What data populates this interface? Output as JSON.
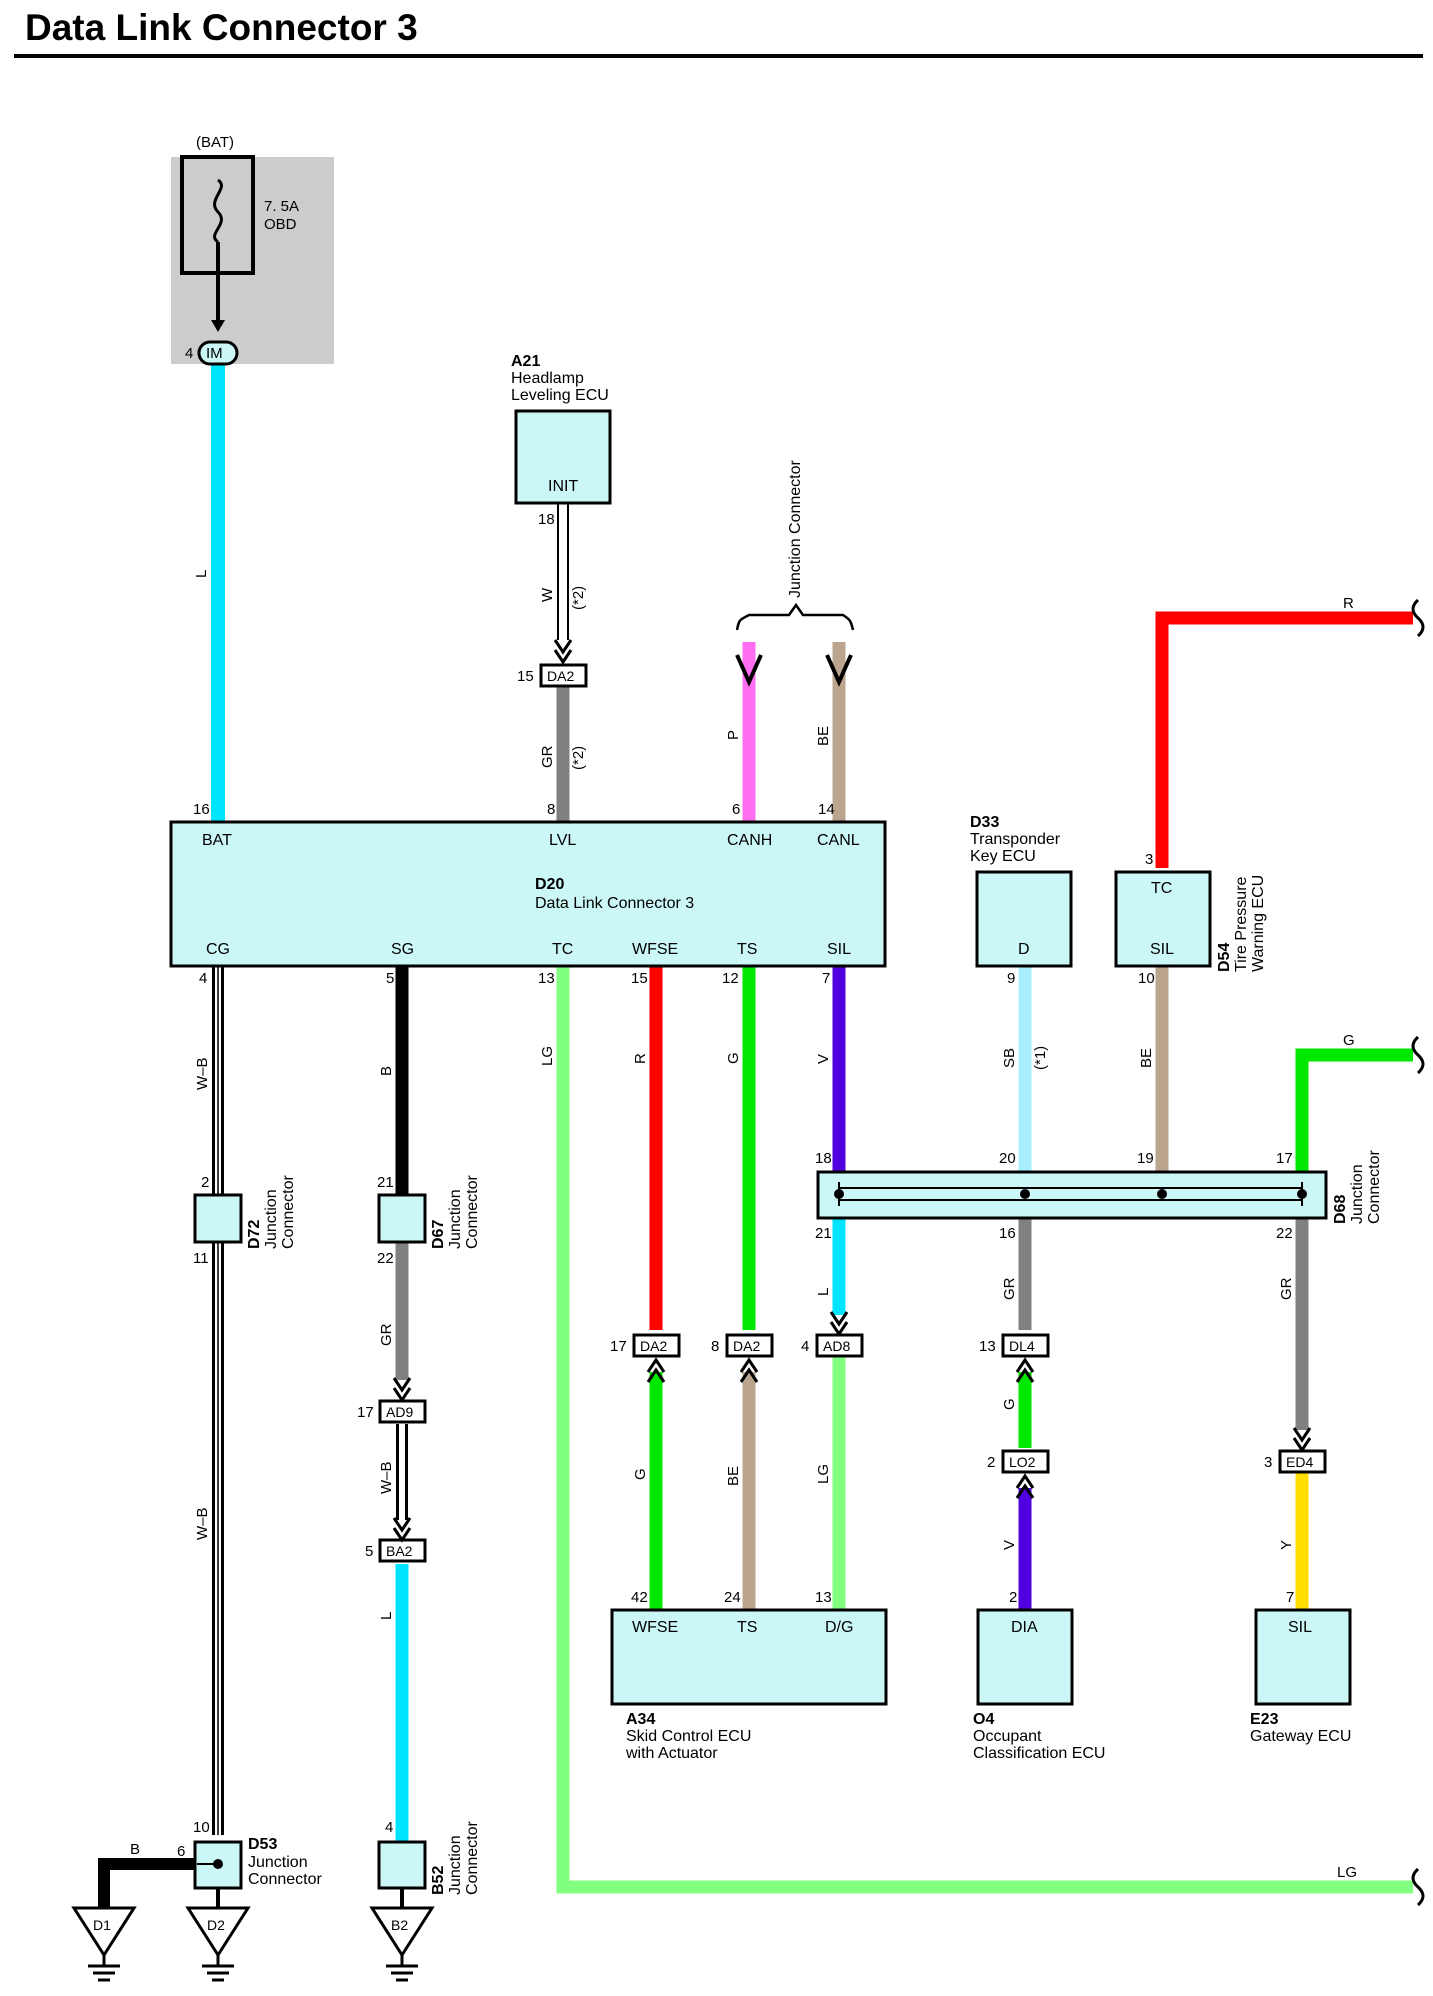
{
  "title": "Data Link Connector 3",
  "colors": {
    "L": "#00e5ff",
    "W": "#ffffff",
    "GR": "#808080",
    "P": "#ff6ef0",
    "BE": "#bba58f",
    "B": "#000000",
    "LG": "#80ff80",
    "R": "#ff0000",
    "G": "#00e800",
    "V": "#5000e0",
    "SB": "#a8f0ff",
    "Y": "#ffdd00",
    "W-B": "#ffffff",
    "ecu_fill": "#ccf7f7",
    "fuse_bg": "#cccccc"
  },
  "fuse": {
    "source": "(BAT)",
    "rating": "7. 5A",
    "name": "OBD",
    "connector": "IM",
    "pin": "4"
  },
  "components": {
    "d20": {
      "code": "D20",
      "name": "Data Link Connector 3",
      "top_pins": [
        {
          "pin": "16",
          "term": "BAT"
        },
        {
          "pin": "8",
          "term": "LVL"
        },
        {
          "pin": "6",
          "term": "CANH"
        },
        {
          "pin": "14",
          "term": "CANL"
        }
      ],
      "bottom_pins": [
        {
          "pin": "4",
          "term": "CG"
        },
        {
          "pin": "5",
          "term": "SG"
        },
        {
          "pin": "13",
          "term": "TC"
        },
        {
          "pin": "15",
          "term": "WFSE"
        },
        {
          "pin": "12",
          "term": "TS"
        },
        {
          "pin": "7",
          "term": "SIL"
        }
      ]
    },
    "a21": {
      "code": "A21",
      "name1": "Headlamp",
      "name2": "Leveling ECU",
      "term": "INIT",
      "pin": "18"
    },
    "d33": {
      "code": "D33",
      "name1": "Transponder",
      "name2": "Key ECU",
      "term": "D",
      "pin": "9"
    },
    "d54": {
      "code": "D54",
      "name1": "Tire Pressure",
      "name2": "Warning ECU",
      "term_top": "TC",
      "pin_top": "3",
      "term_bottom": "SIL",
      "pin_bottom": "10"
    },
    "a34": {
      "code": "A34",
      "name1": "Skid Control ECU",
      "name2": "with Actuator",
      "pins": [
        {
          "pin": "42",
          "term": "WFSE"
        },
        {
          "pin": "24",
          "term": "TS"
        },
        {
          "pin": "13",
          "term": "D/G"
        }
      ]
    },
    "o4": {
      "code": "O4",
      "name1": "Occupant",
      "name2": "Classification ECU",
      "term": "DIA",
      "pin": "2"
    },
    "e23": {
      "code": "E23",
      "name1": "Gateway ECU",
      "term": "SIL",
      "pin": "7"
    }
  },
  "junctions": {
    "d72": {
      "code": "D72",
      "name1": "Junction",
      "name2": "Connector",
      "pin_top": "2",
      "pin_bottom": "11"
    },
    "d67": {
      "code": "D67",
      "name1": "Junction",
      "name2": "Connector",
      "pin_top": "21",
      "pin_bottom": "22"
    },
    "d68": {
      "code": "D68",
      "name1": "Junction",
      "name2": "Connector",
      "top_pins": [
        "18",
        "20",
        "19",
        "17"
      ],
      "bottom_pins": [
        "21",
        "16",
        "22"
      ]
    },
    "d53": {
      "code": "D53",
      "name1": "Junction",
      "name2": "Connector",
      "pin_top": "10",
      "pin_left": "6"
    },
    "b52": {
      "code": "B52",
      "name1": "Junction",
      "name2": "Connector",
      "pin_top": "4"
    },
    "can": {
      "name": "Junction Connector"
    }
  },
  "connectors": [
    {
      "id": "DA2",
      "pin": "15"
    },
    {
      "id": "AD9",
      "pin": "17"
    },
    {
      "id": "BA2",
      "pin": "5"
    },
    {
      "id": "DA2",
      "pin": "17"
    },
    {
      "id": "DA2",
      "pin": "8"
    },
    {
      "id": "AD8",
      "pin": "4"
    },
    {
      "id": "DL4",
      "pin": "13"
    },
    {
      "id": "LO2",
      "pin": "2"
    },
    {
      "id": "ED4",
      "pin": "3"
    }
  ],
  "grounds": [
    "D1",
    "D2",
    "B2"
  ],
  "wire_labels": {
    "bat": "L",
    "init": "W",
    "init_note": "(*2)",
    "lvl": "GR",
    "lvl_note": "(*2)",
    "canh": "P",
    "canl": "BE",
    "tc_red": "R",
    "g_right": "G",
    "lg_right": "LG",
    "cg": "W–B",
    "cg_low": "W–B",
    "sg": "B",
    "sg_gr": "GR",
    "ad9": "W–B",
    "ba2": "L",
    "tc": "LG",
    "wfse": "R",
    "ts": "G",
    "sil": "V",
    "d": "SB",
    "d_note": "(*1)",
    "d54_sil": "BE",
    "d68_l": "L",
    "d68_gr1": "GR",
    "d68_gr2": "GR",
    "a34_g": "G",
    "a34_be": "BE",
    "a34_lg": "LG",
    "lo2_g": "G",
    "o4_v": "V",
    "e23_y": "Y",
    "d53_b": "B"
  }
}
